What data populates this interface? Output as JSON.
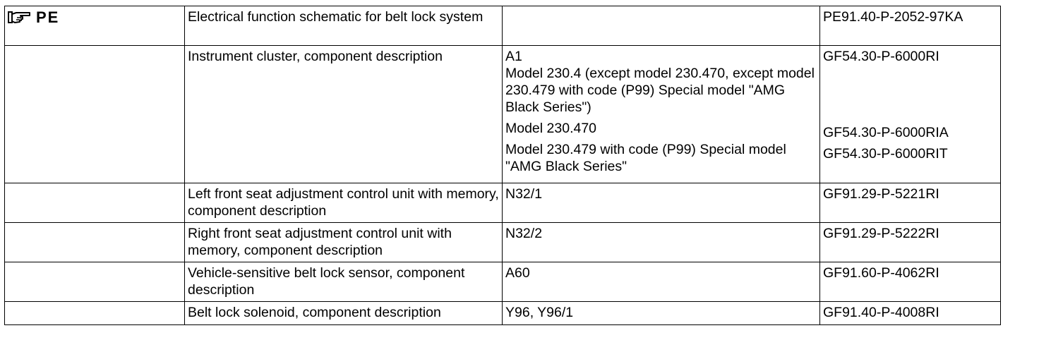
{
  "header": {
    "label": "PE",
    "icon": "pointing-hand-icon"
  },
  "rows": [
    {
      "description": "Electrical function schematic for belt lock system",
      "applicability": [],
      "document": [
        "PE91.40-P-2052-97KA"
      ]
    },
    {
      "description": "Instrument cluster, component description",
      "applicability": [
        "A1\nModel 230.4 (except model 230.470, except model 230.479 with code (P99) Special model \"AMG Black Series\")",
        "Model 230.470",
        "Model 230.479 with code (P99) Special model \"AMG Black Series\""
      ],
      "document": [
        "GF54.30-P-6000RI",
        "GF54.30-P-6000RIA",
        "GF54.30-P-6000RIT"
      ]
    },
    {
      "description": "Left front seat adjustment control unit with memory, component description",
      "applicability": [
        "N32/1"
      ],
      "document": [
        "GF91.29-P-5221RI"
      ]
    },
    {
      "description": "Right front seat adjustment control unit with memory, component description",
      "applicability": [
        "N32/2"
      ],
      "document": [
        "GF91.29-P-5222RI"
      ]
    },
    {
      "description": "Vehicle-sensitive belt lock sensor, component description",
      "applicability": [
        "A60"
      ],
      "document": [
        "GF91.60-P-4062RI"
      ]
    },
    {
      "description": "Belt lock solenoid, component description",
      "applicability": [
        "Y96, Y96/1"
      ],
      "document": [
        "GF91.40-P-4008RI"
      ]
    }
  ]
}
